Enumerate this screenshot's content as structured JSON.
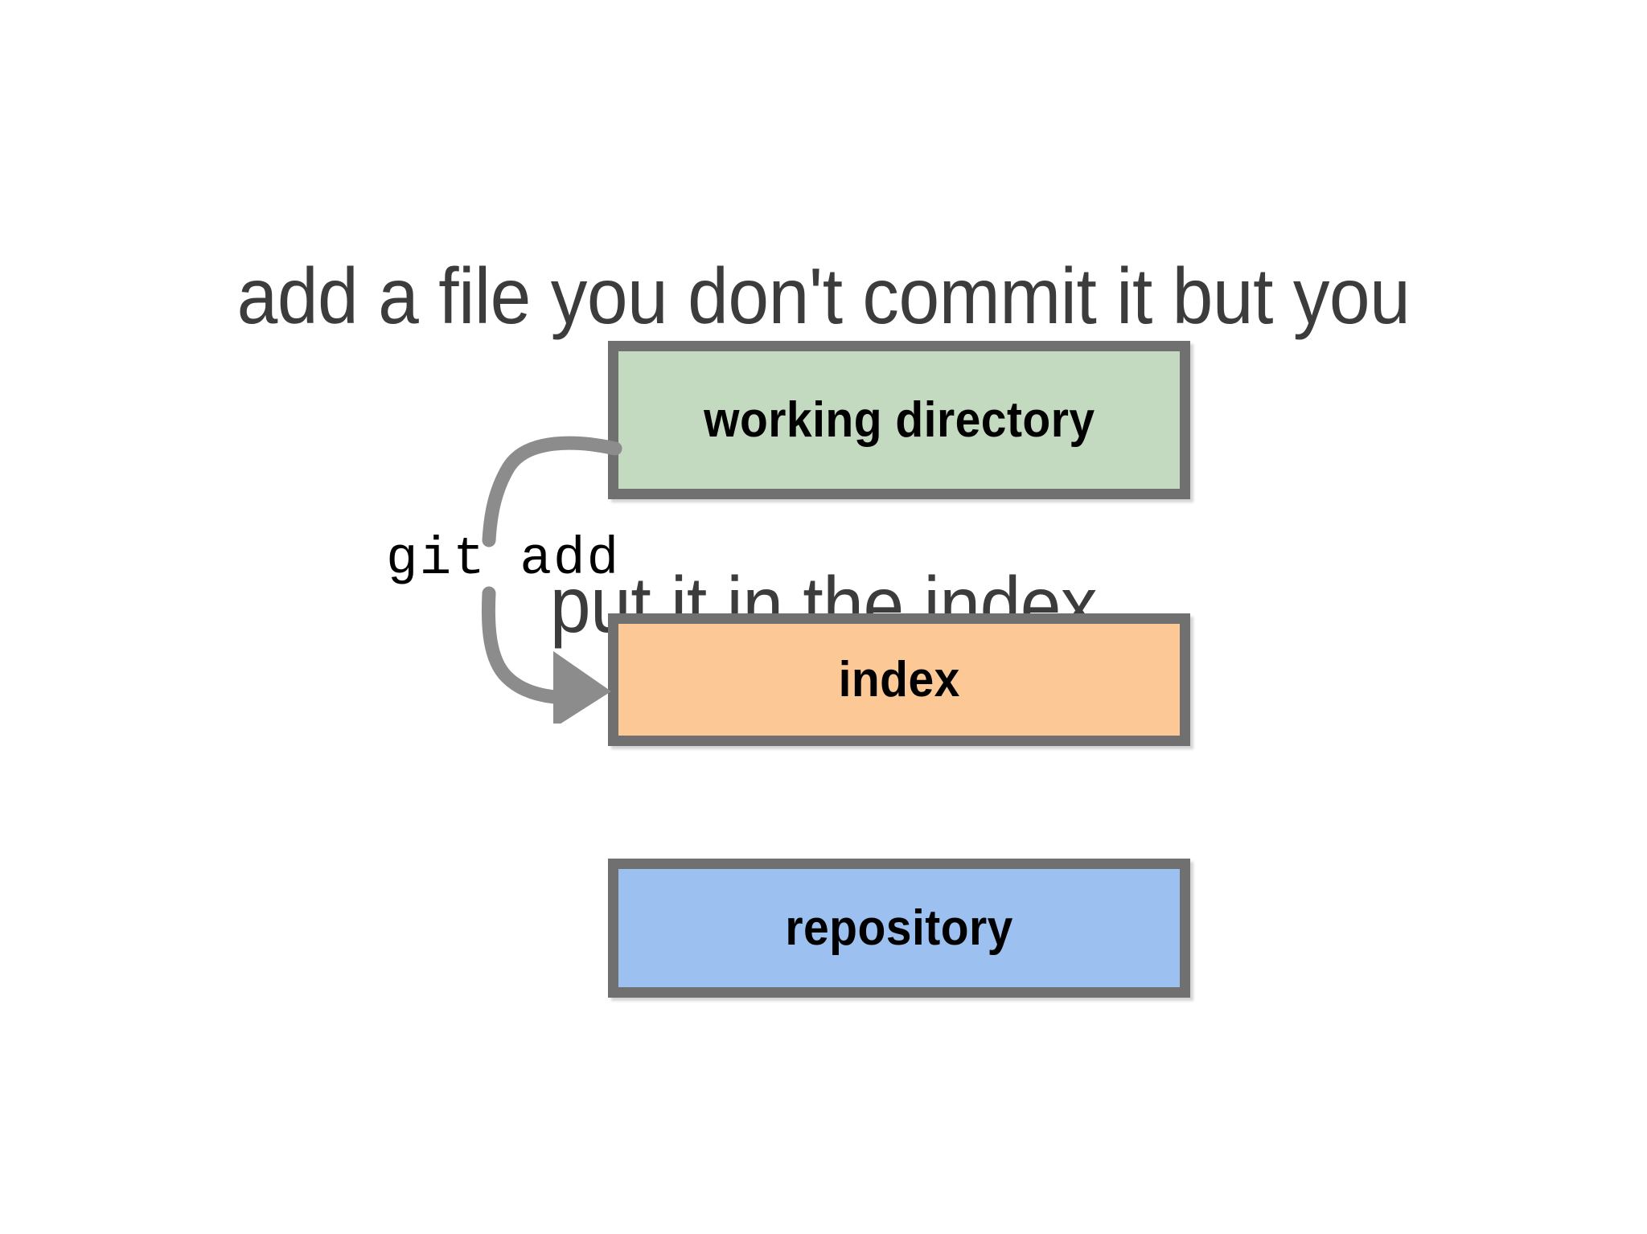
{
  "slide": {
    "background_color": "#ffffff",
    "title": {
      "lines": [
        "add a file you don't commit it but you",
        "put it in the index"
      ],
      "color": "#3c3c3c"
    }
  },
  "diagram": {
    "type": "flow",
    "border_color": "#707070",
    "arrow_color": "#8c8c8c",
    "nodes": [
      {
        "id": "working-directory",
        "label": "working directory",
        "fill": "#c3dac1"
      },
      {
        "id": "index",
        "label": "index",
        "fill": "#fcc896"
      },
      {
        "id": "repository",
        "label": "repository",
        "fill": "#9cc0ef"
      }
    ],
    "edges": [
      {
        "id": "git-add",
        "label": "git add",
        "from": "working-directory",
        "to": "index",
        "color": "#8c8c8c"
      }
    ]
  }
}
